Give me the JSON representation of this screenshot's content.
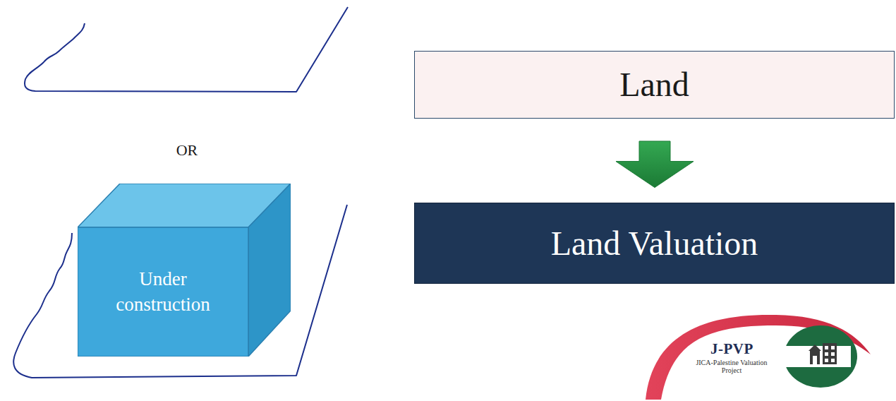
{
  "diagram": {
    "nodes": [
      {
        "text": [
          "Land"
        ]
      },
      {
        "text": [
          "Land Valuation"
        ]
      },
      {
        "text": [
          "Under construction"
        ]
      }
    ],
    "edges": [
      {
        "from": 0,
        "to": 1,
        "arrow": "to"
      }
    ],
    "labels": [
      "OR",
      "J-PVP",
      "JICA-Palestine Valuation Project"
    ]
  }
}
